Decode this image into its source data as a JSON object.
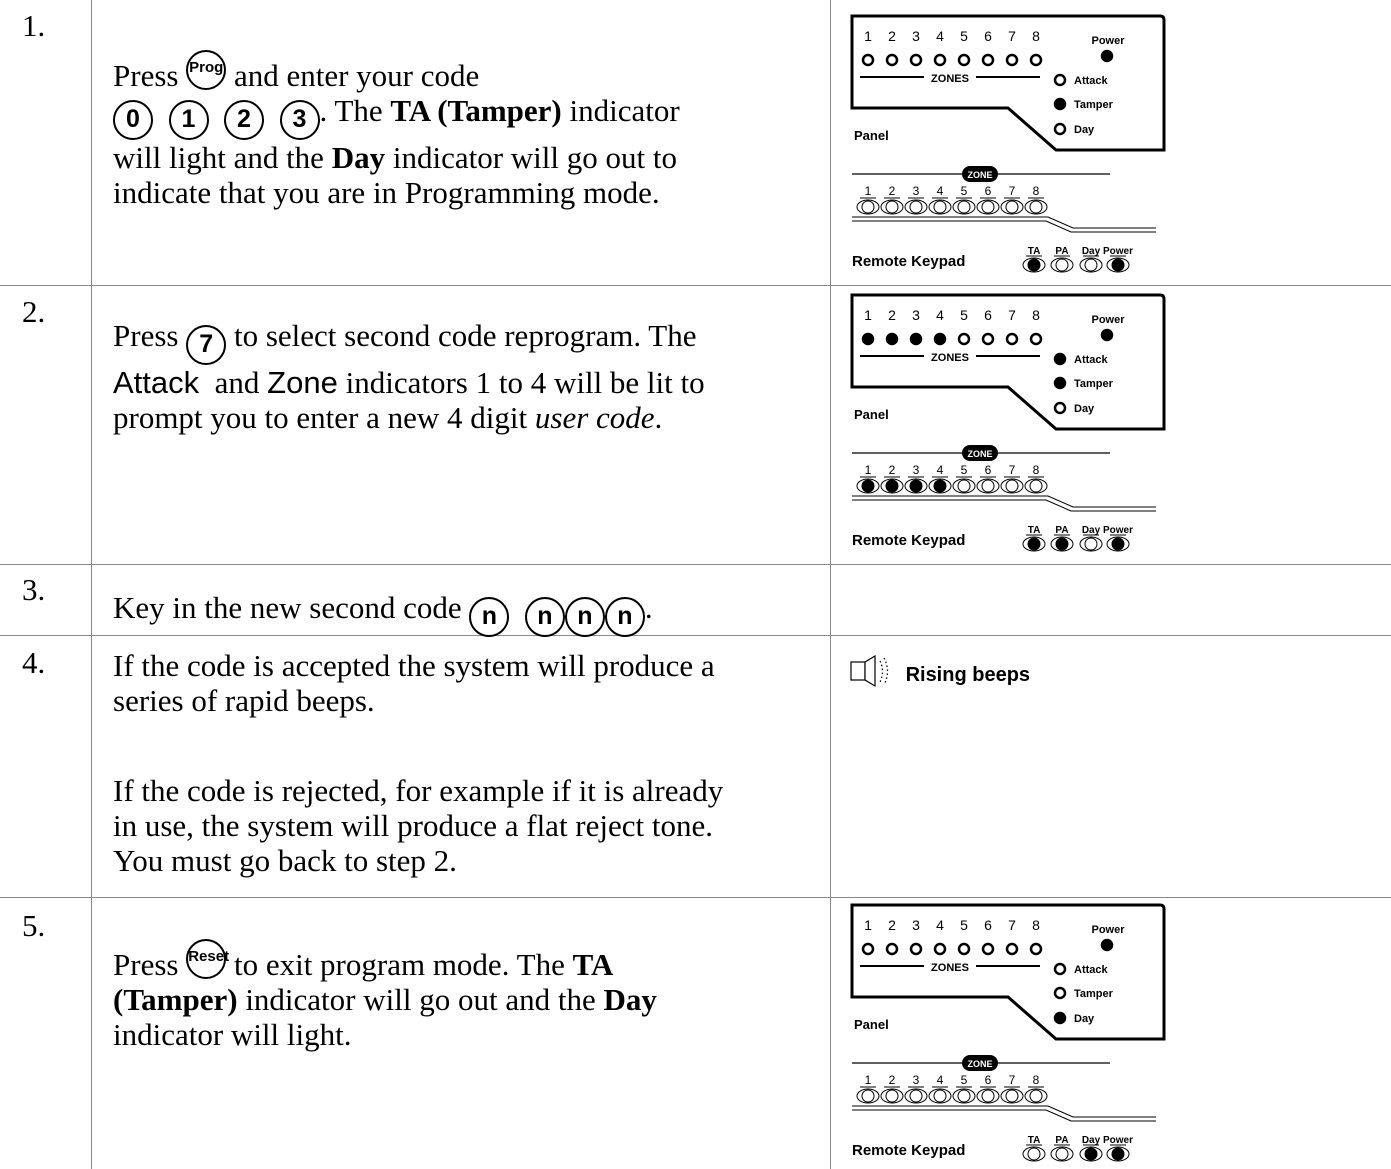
{
  "steps": [
    {
      "num": "1.",
      "parts": {
        "a": "Press",
        "b": "and enter your code",
        "c": ". The",
        "d": "TA (Tamper)",
        "e": "indicator",
        "f": "will light and the",
        "g": "Day",
        "h": "indicator will go out to",
        "i": "indicate that you are in Programming mode."
      },
      "keys": {
        "prog": "Prog",
        "k0": "0",
        "k1": "1",
        "k2": "2",
        "k3": "3"
      }
    },
    {
      "num": "2.",
      "parts": {
        "a": "Press",
        "b": "to select second code reprogram.  The",
        "c": "Attack",
        "d": "and",
        "e": "Zone",
        "f": "indicators 1 to 4 will be lit to",
        "g": "prompt you to enter a new 4 digit",
        "h": "user code",
        "i": "."
      },
      "keys": {
        "k7": "7"
      }
    },
    {
      "num": "3.",
      "parts": {
        "a": "Key in the new second code"
      },
      "keys": {
        "n": "n"
      }
    },
    {
      "num": "4.",
      "parts": {
        "a": "If the code is accepted the system will produce a",
        "b": "series of rapid beeps.",
        "c": "If the code is rejected, for example if it is already",
        "d": "in use, the system will produce a flat reject tone.",
        "e": "You must go back to step 2."
      },
      "sound": "Rising beeps"
    },
    {
      "num": "5.",
      "parts": {
        "a": "Press",
        "b": "to exit program mode. The",
        "c": "TA",
        "d": "(Tamper)",
        "e": "indicator will go out and the",
        "f": "Day",
        "g": "indicator will light."
      },
      "keys": {
        "reset": "Reset"
      }
    }
  ],
  "panel_labels": {
    "zone_numbers": [
      "1",
      "2",
      "3",
      "4",
      "5",
      "6",
      "7",
      "8"
    ],
    "zones": "ZONES",
    "power": "Power",
    "attack": "Attack",
    "tamper": "Tamper",
    "day": "Day",
    "panel": "Panel",
    "zone": "ZONE",
    "remote_keypad": "Remote  Keypad",
    "ta": "TA",
    "pa": "PA",
    "kday": "Day",
    "kpower": "Power"
  },
  "panels": [
    {
      "zones_on": [
        0,
        0,
        0,
        0,
        0,
        0,
        0,
        0
      ],
      "power": 1,
      "attack": 0,
      "tamper": 1,
      "day": 0,
      "kzones_on": [
        0,
        0,
        0,
        0,
        0,
        0,
        0,
        0
      ],
      "ta": 1,
      "pa": 0,
      "kday": 0,
      "kpower": 1
    },
    {
      "zones_on": [
        1,
        1,
        1,
        1,
        0,
        0,
        0,
        0
      ],
      "power": 1,
      "attack": 1,
      "tamper": 1,
      "day": 0,
      "kzones_on": [
        1,
        1,
        1,
        1,
        0,
        0,
        0,
        0
      ],
      "ta": 1,
      "pa": 1,
      "kday": 0,
      "kpower": 1
    },
    {
      "zones_on": [
        0,
        0,
        0,
        0,
        0,
        0,
        0,
        0
      ],
      "power": 1,
      "attack": 0,
      "tamper": 0,
      "day": 1,
      "kzones_on": [
        0,
        0,
        0,
        0,
        0,
        0,
        0,
        0
      ],
      "ta": 0,
      "pa": 0,
      "kday": 1,
      "kpower": 1
    }
  ]
}
